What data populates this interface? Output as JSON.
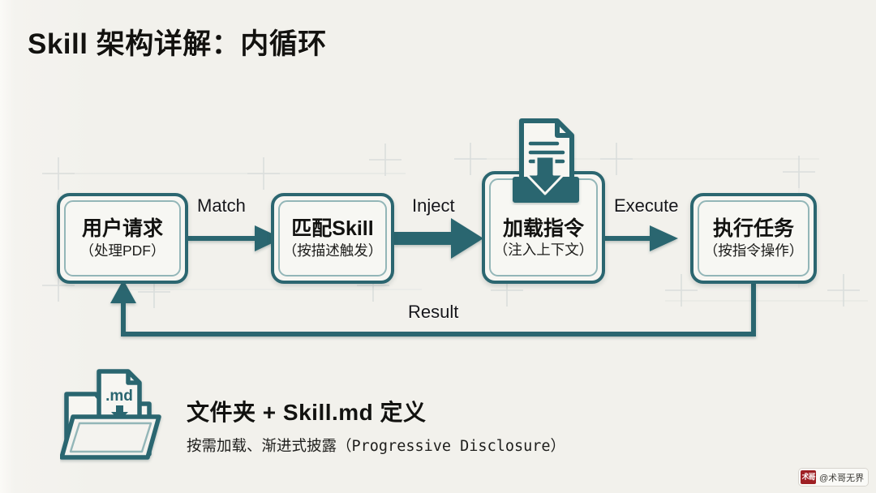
{
  "slide": {
    "title": "Skill 架构详解：内循环",
    "background_color": "#f2f1ec",
    "accent_color": "#2b6670"
  },
  "flow": {
    "nodes": [
      {
        "id": "user-request",
        "title": "用户请求",
        "subtitle": "（处理PDF）",
        "icon": ""
      },
      {
        "id": "match-skill",
        "title": "匹配Skill",
        "subtitle": "（按描述触发）",
        "icon": ""
      },
      {
        "id": "load-instruct",
        "title": "加载指令",
        "subtitle": "（注入上下文）",
        "icon": "document-download-icon"
      },
      {
        "id": "execute-task",
        "title": "执行任务",
        "subtitle": "（按指令操作）",
        "icon": ""
      }
    ],
    "connectors": [
      {
        "id": "match",
        "label": "Match",
        "from": "user-request",
        "to": "match-skill",
        "style": "thin"
      },
      {
        "id": "inject",
        "label": "Inject",
        "from": "match-skill",
        "to": "load-instruct",
        "style": "thick"
      },
      {
        "id": "execute",
        "label": "Execute",
        "from": "load-instruct",
        "to": "execute-task",
        "style": "thin"
      },
      {
        "id": "result",
        "label": "Result",
        "from": "execute-task",
        "to": "user-request",
        "style": "feedback"
      }
    ]
  },
  "footer": {
    "icon": "folder-md-file-icon",
    "file_badge": ".md",
    "title": "文件夹 + Skill.md 定义",
    "subtitle": "按需加载、渐进式披露（Progressive Disclosure）"
  },
  "watermark": {
    "logo_text": "术哥",
    "handle": "@术哥无界"
  }
}
